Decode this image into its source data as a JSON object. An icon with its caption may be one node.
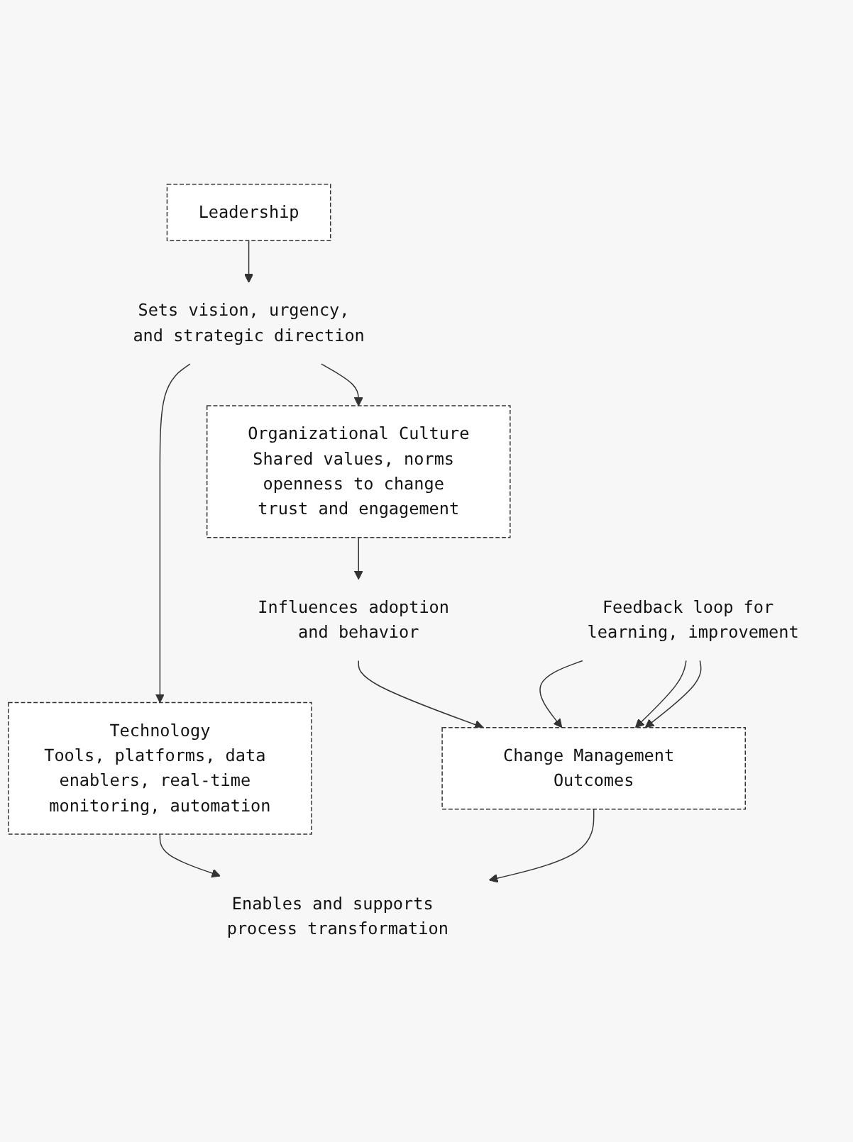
{
  "diagram": {
    "nodes": [
      {
        "text": [
          "Leadership"
        ]
      },
      {
        "text": [
          "Sets vision, urgency, and strategic direction"
        ]
      },
      {
        "text": [
          "Organizational Culture",
          "Shared values, norms openness to change trust and engagement"
        ]
      },
      {
        "text": [
          "Technology",
          "Tools, platforms, data enablers, real-time monitoring, automation"
        ]
      },
      {
        "text": [
          "Influences adoption and behavior"
        ]
      },
      {
        "text": [
          "Enables and supports process transformation"
        ]
      },
      {
        "text": [
          "Change Management Outcomes"
        ]
      },
      {
        "text": [
          "Feedback loop for learning, improvement"
        ]
      }
    ],
    "edges": [
      {
        "from": 0,
        "to": 1,
        "arrow": "to"
      },
      {
        "from": 1,
        "to": 2,
        "arrow": "to"
      },
      {
        "from": 1,
        "to": 3,
        "arrow": "to"
      },
      {
        "from": 2,
        "to": 4,
        "arrow": "to"
      },
      {
        "from": 3,
        "to": 5,
        "arrow": "to"
      },
      {
        "from": 4,
        "to": 6,
        "arrow": "to"
      },
      {
        "from": 6,
        "to": 5,
        "arrow": "to"
      },
      {
        "from": 7,
        "to": 6,
        "arrow": "to"
      },
      {
        "from": 7,
        "to": 6,
        "arrow": "to"
      },
      {
        "from": 7,
        "to": 6,
        "arrow": "to"
      }
    ]
  }
}
